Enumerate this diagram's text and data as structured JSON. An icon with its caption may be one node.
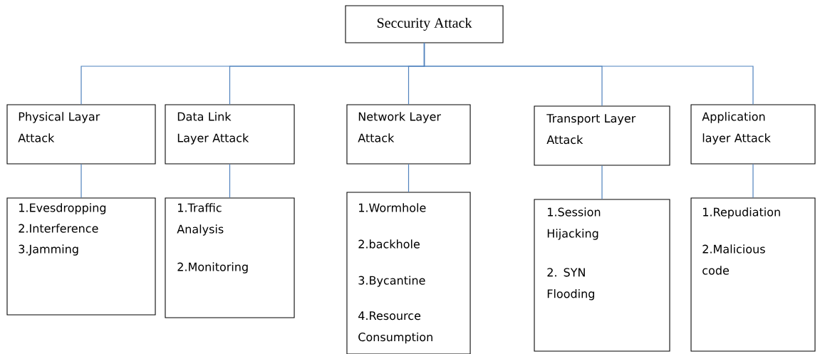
{
  "diagram": {
    "nodes": [
      {
        "text": [
          "Seccurity Attack"
        ]
      },
      {
        "text": [
          "Physical Layar Attack"
        ]
      },
      {
        "text": [
          "Data Link Layer Attack"
        ]
      },
      {
        "text": [
          "Network Layer Attack"
        ]
      },
      {
        "text": [
          "Transport Layer Attack"
        ]
      },
      {
        "text": [
          "Application layer Attack"
        ]
      },
      {
        "text": [
          "1.Evesdropping",
          "2.Interference",
          "3.Jamming"
        ]
      },
      {
        "text": [
          "1.Traffic Analysis",
          "2.Monitoring"
        ]
      },
      {
        "text": [
          "1.Wormhole",
          "2.backhole",
          "3.Bycantine",
          "4.Resource Consumption"
        ]
      },
      {
        "text": [
          "1.Session Hijacking",
          "2. SYN Flooding"
        ]
      },
      {
        "text": [
          "1.Repudiation",
          "2.Malicious code"
        ]
      }
    ],
    "edges": [
      {
        "from": 0,
        "to": 1,
        "arrow": "none"
      },
      {
        "from": 0,
        "to": 2,
        "arrow": "none"
      },
      {
        "from": 0,
        "to": 3,
        "arrow": "none"
      },
      {
        "from": 0,
        "to": 4,
        "arrow": "none"
      },
      {
        "from": 0,
        "to": 5,
        "arrow": "none"
      },
      {
        "from": 1,
        "to": 6,
        "arrow": "none"
      },
      {
        "from": 2,
        "to": 7,
        "arrow": "none"
      },
      {
        "from": 3,
        "to": 8,
        "arrow": "none"
      },
      {
        "from": 4,
        "to": 9,
        "arrow": "none"
      },
      {
        "from": 5,
        "to": 10,
        "arrow": "none"
      }
    ]
  }
}
